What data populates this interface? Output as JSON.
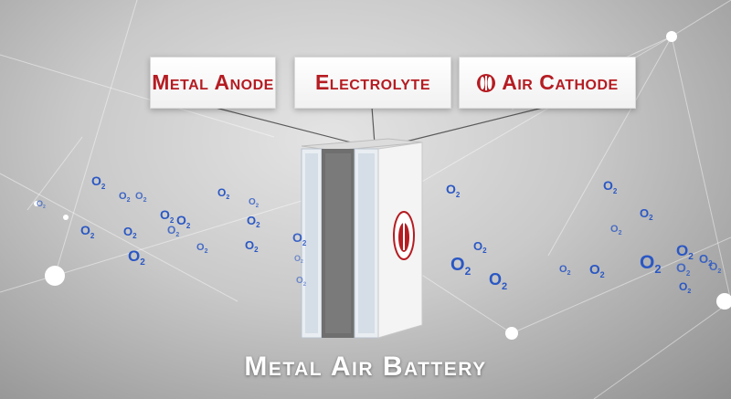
{
  "labels": {
    "anode": "Metal Anode",
    "electrolyte": "Electrolyte",
    "cathode": "Air Cathode"
  },
  "title": "Metal Air Battery",
  "oxygen_label": "O2",
  "colors": {
    "brand_red": "#b51c22",
    "oxygen_blue": "#2a57c4"
  },
  "icons": {
    "brand_logo": "tulip-logo-icon"
  }
}
